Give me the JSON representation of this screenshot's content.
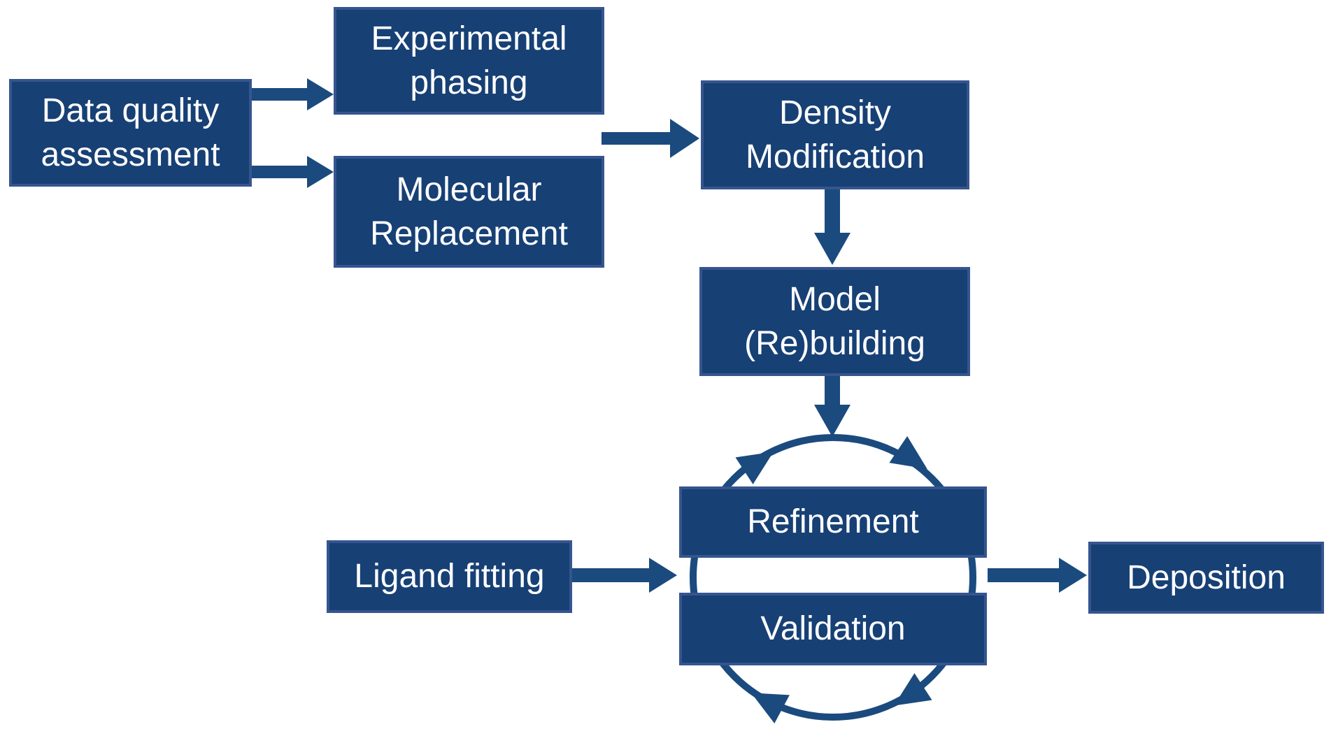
{
  "colors": {
    "background": "#FFFFFF",
    "node_fill": "#174075",
    "node_border": "#36558F",
    "node_text": "#FFFFFF",
    "arrow": "#1B4A7E"
  },
  "nodes": {
    "data_quality": {
      "label": "Data quality\nassessment"
    },
    "experimental_phasing": {
      "label": "Experimental\nphasing"
    },
    "molecular_replacement": {
      "label": "Molecular\nReplacement"
    },
    "density_modification": {
      "label": "Density\nModification"
    },
    "model_rebuilding": {
      "label": "Model\n(Re)building"
    },
    "refinement": {
      "label": "Refinement"
    },
    "validation": {
      "label": "Validation"
    },
    "ligand_fitting": {
      "label": "Ligand fitting"
    },
    "deposition": {
      "label": "Deposition"
    }
  },
  "edges": [
    {
      "from": "Data quality assessment",
      "to": "Experimental phasing"
    },
    {
      "from": "Data quality assessment",
      "to": "Molecular Replacement"
    },
    {
      "from": "Experimental phasing / Molecular Replacement",
      "to": "Density Modification"
    },
    {
      "from": "Density Modification",
      "to": "Model (Re)building"
    },
    {
      "from": "Model (Re)building",
      "to": "Refinement/Validation cycle"
    },
    {
      "from": "Ligand fitting",
      "to": "Refinement/Validation cycle"
    },
    {
      "from": "Refinement/Validation cycle",
      "to": "Deposition"
    }
  ],
  "cycle": {
    "nodes": [
      "Refinement",
      "Validation"
    ],
    "direction": "clockwise"
  }
}
